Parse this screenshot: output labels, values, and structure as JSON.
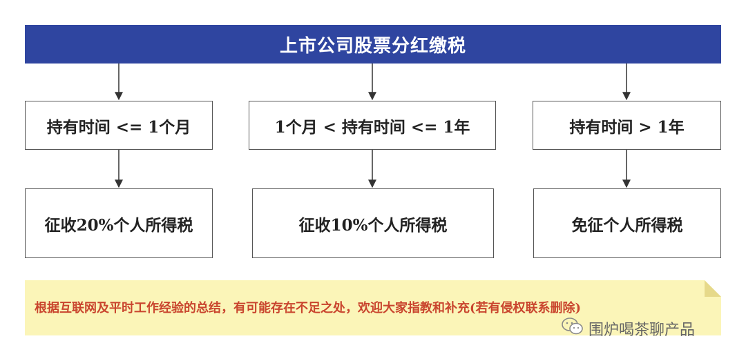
{
  "header": {
    "title": "上市公司股票分红缴税"
  },
  "conditions": [
    {
      "label": "持有时间 <= 1个月"
    },
    {
      "label": "1个月 < 持有时间 <= 1年"
    },
    {
      "label": "持有时间 > 1年"
    }
  ],
  "outcomes": [
    {
      "label": "征收20%个人所得税"
    },
    {
      "label": "征收10%个人所得税"
    },
    {
      "label": "免征个人所得税"
    }
  ],
  "note": {
    "text": "根据互联网及平时工作经验的总结，有可能存在不足之处，欢迎大家指教和补充(若有侵权联系删除)"
  },
  "watermark": {
    "text": "围炉喝茶聊产品",
    "icon": "wechat-icon"
  },
  "colors": {
    "header_bg": "#2f45a0",
    "note_bg": "#fbf5b8",
    "note_text": "#c9452e",
    "border": "#555555"
  }
}
